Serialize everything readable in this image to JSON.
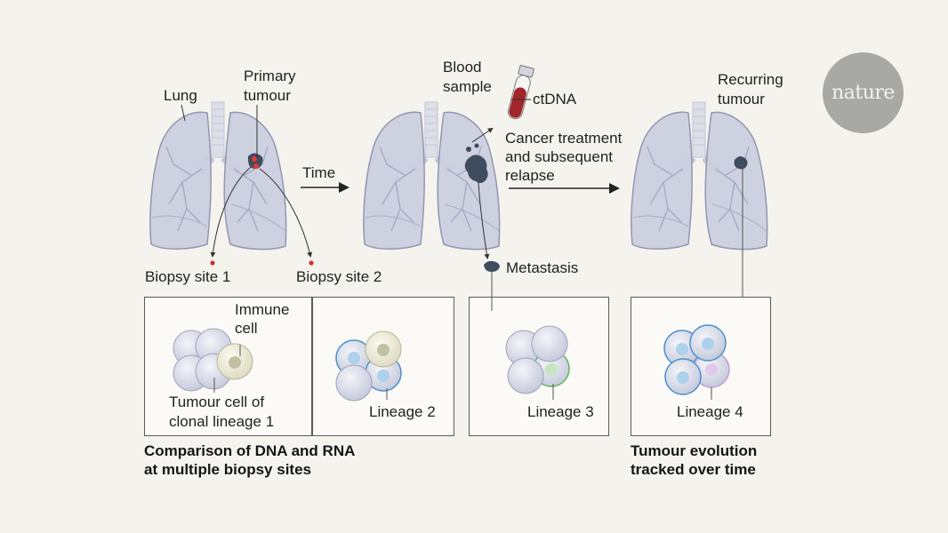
{
  "brand": {
    "logo_text": "nature",
    "logo_color": "#a8a8a4"
  },
  "stage1": {
    "lung_label": "Lung",
    "tumour_label": [
      "Primary",
      "tumour"
    ],
    "biopsy_sites": [
      "Biopsy site 1",
      "Biopsy site 2"
    ]
  },
  "arrows": {
    "time": "Time",
    "treatment": [
      "Cancer treatment",
      "and subsequent",
      "relapse"
    ]
  },
  "stage2": {
    "blood_label": [
      "Blood",
      "sample"
    ],
    "ctdna_label": "ctDNA",
    "metastasis_label": "Metastasis"
  },
  "stage3": {
    "recurring_label": [
      "Recurring",
      "tumour"
    ]
  },
  "panels": {
    "biopsy1": {
      "immune_label": [
        "Immune",
        "cell"
      ],
      "tumour_label": [
        "Tumour cell of",
        "clonal lineage 1"
      ]
    },
    "biopsy2": {
      "lineage_label": "Lineage 2"
    },
    "metastasis": {
      "lineage_label": "Lineage 3"
    },
    "recurrence": {
      "lineage_label": "Lineage 4"
    }
  },
  "captions": {
    "left": [
      "Comparison of DNA and RNA",
      "at multiple biopsy sites"
    ],
    "right": [
      "Tumour evolution",
      "tracked over time"
    ]
  },
  "colors": {
    "lineage1": "#b9bdd6",
    "lineage2": "#4a90d0",
    "lineage3": "#5cb85c",
    "lineage4": "#c79ad6",
    "immune": "#d8d6b8",
    "tumour": "#3f4b5e",
    "blood": "#a0262a"
  }
}
